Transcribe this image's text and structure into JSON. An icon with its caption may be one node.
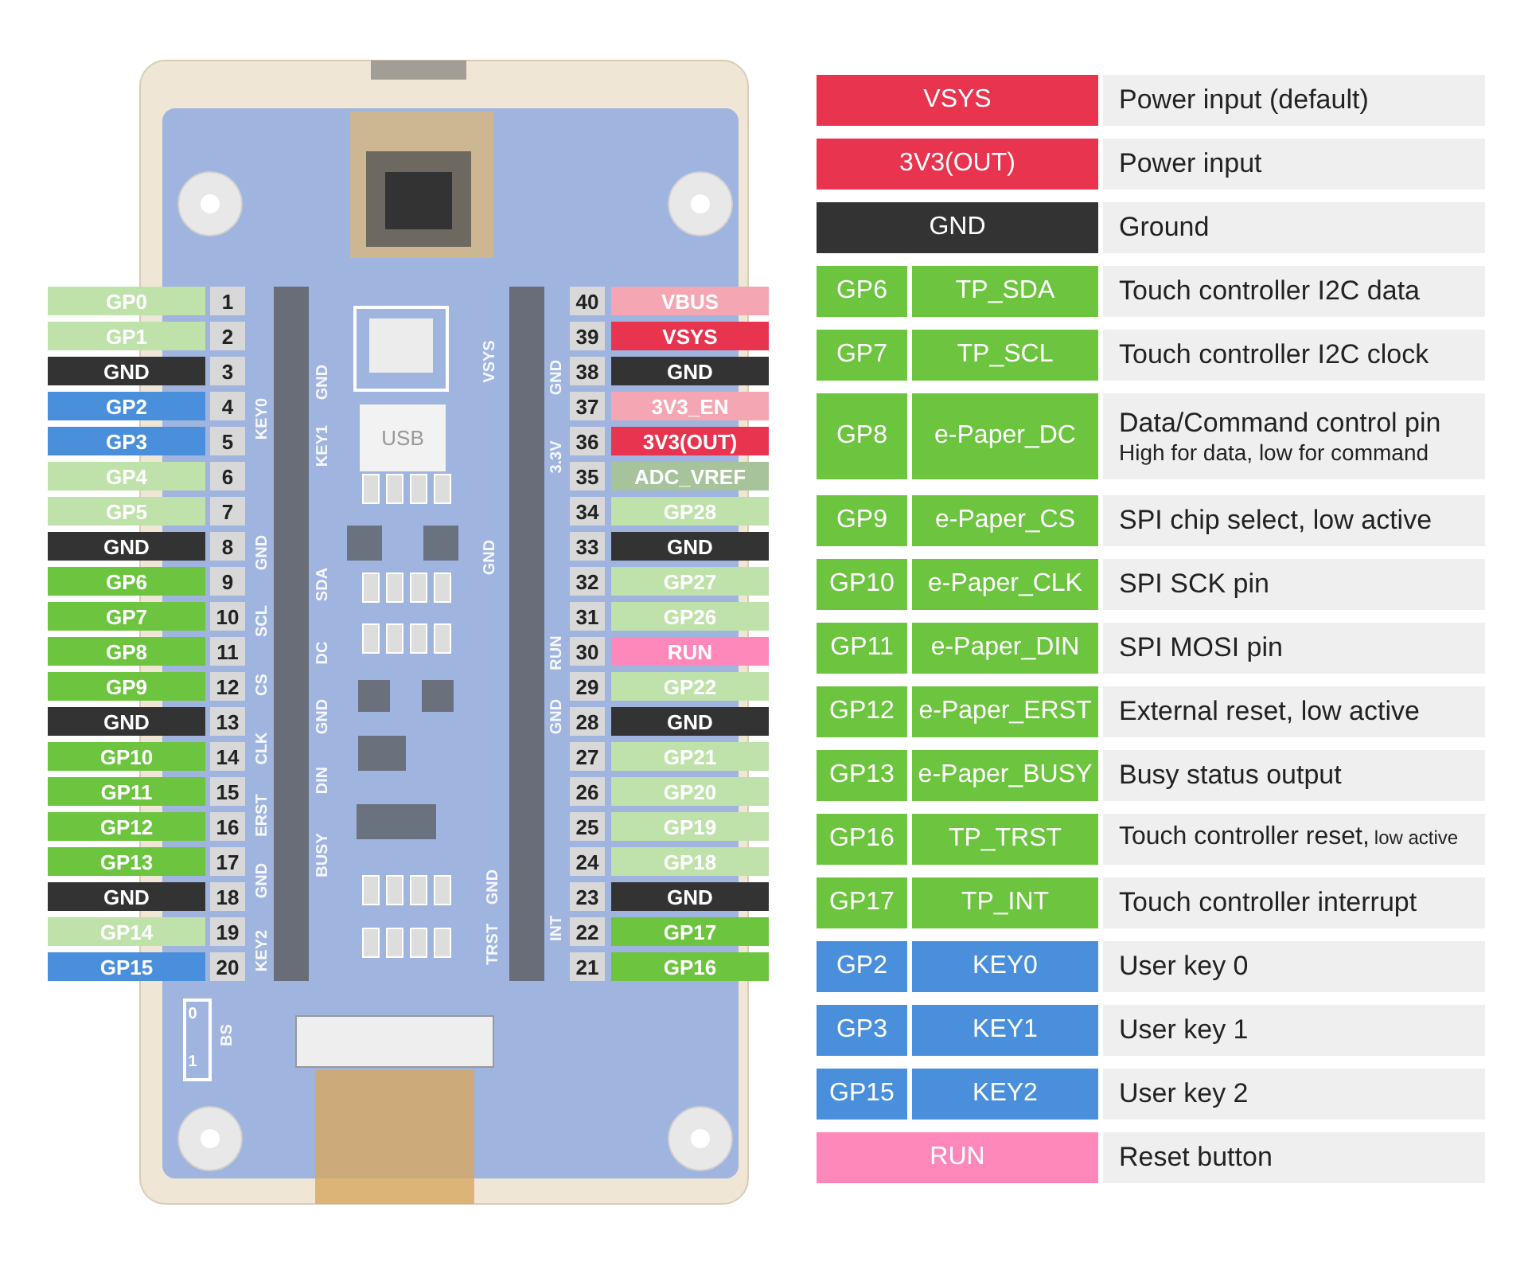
{
  "diagram": {
    "nodes": [
      {
        "text": [
          "GP0"
        ],
        "beside": [
          "1"
        ]
      },
      {
        "text": [
          "GP1"
        ],
        "beside": [
          "2"
        ]
      },
      {
        "text": [
          "GND"
        ],
        "beside": [
          "3"
        ]
      },
      {
        "text": [
          "GP2"
        ],
        "beside": [
          "4"
        ]
      },
      {
        "text": [
          "GP3"
        ],
        "beside": [
          "5"
        ]
      },
      {
        "text": [
          "GP4"
        ],
        "beside": [
          "6"
        ]
      },
      {
        "text": [
          "GP5"
        ],
        "beside": [
          "7"
        ]
      },
      {
        "text": [
          "GND"
        ],
        "beside": [
          "8"
        ]
      },
      {
        "text": [
          "GP6"
        ],
        "beside": [
          "9"
        ]
      },
      {
        "text": [
          "GP7"
        ],
        "beside": [
          "10"
        ]
      },
      {
        "text": [
          "GP8"
        ],
        "beside": [
          "11"
        ]
      },
      {
        "text": [
          "GP9"
        ],
        "beside": [
          "12"
        ]
      },
      {
        "text": [
          "GND"
        ],
        "beside": [
          "13"
        ]
      },
      {
        "text": [
          "GP10"
        ],
        "beside": [
          "14"
        ]
      },
      {
        "text": [
          "GP11"
        ],
        "beside": [
          "15"
        ]
      },
      {
        "text": [
          "GP12"
        ],
        "beside": [
          "16"
        ]
      },
      {
        "text": [
          "GP13"
        ],
        "beside": [
          "17"
        ]
      },
      {
        "text": [
          "GND"
        ],
        "beside": [
          "18"
        ]
      },
      {
        "text": [
          "GP14"
        ],
        "beside": [
          "19"
        ]
      },
      {
        "text": [
          "GP15"
        ],
        "beside": [
          "20"
        ]
      },
      {
        "text": [
          "VBUS"
        ],
        "beside": [
          "40"
        ]
      },
      {
        "text": [
          "VSYS"
        ],
        "beside": [
          "39"
        ]
      },
      {
        "text": [
          "GND"
        ],
        "beside": [
          "38"
        ]
      },
      {
        "text": [
          "3V3_EN"
        ],
        "beside": [
          "37"
        ]
      },
      {
        "text": [
          "3V3(OUT)"
        ],
        "beside": [
          "36"
        ]
      },
      {
        "text": [
          "ADC_VREF"
        ],
        "beside": [
          "35"
        ]
      },
      {
        "text": [
          "GP28"
        ],
        "beside": [
          "34"
        ]
      },
      {
        "text": [
          "GND"
        ],
        "beside": [
          "33"
        ]
      },
      {
        "text": [
          "GP27"
        ],
        "beside": [
          "32"
        ]
      },
      {
        "text": [
          "GP26"
        ],
        "beside": [
          "31"
        ]
      },
      {
        "text": [
          "RUN"
        ],
        "beside": [
          "30"
        ]
      },
      {
        "text": [
          "GP22"
        ],
        "beside": [
          "29"
        ]
      },
      {
        "text": [
          "GND"
        ],
        "beside": [
          "28"
        ]
      },
      {
        "text": [
          "GP21"
        ],
        "beside": [
          "27"
        ]
      },
      {
        "text": [
          "GP20"
        ],
        "beside": [
          "26"
        ]
      },
      {
        "text": [
          "GP19"
        ],
        "beside": [
          "25"
        ]
      },
      {
        "text": [
          "GP18"
        ],
        "beside": [
          "24"
        ]
      },
      {
        "text": [
          "GND"
        ],
        "beside": [
          "23"
        ]
      },
      {
        "text": [
          "GP17"
        ],
        "beside": [
          "22"
        ]
      },
      {
        "text": [
          "GP16"
        ],
        "beside": [
          "21"
        ]
      },
      {
        "text": [
          "VSYS"
        ]
      },
      {
        "text": [
          "Power input (default)"
        ]
      },
      {
        "text": [
          "3V3(OUT)"
        ]
      },
      {
        "text": [
          "Power input"
        ]
      },
      {
        "text": [
          "GND"
        ]
      },
      {
        "text": [
          "Ground"
        ]
      },
      {
        "text": [
          "GP6"
        ]
      },
      {
        "text": [
          "TP_SDA"
        ]
      },
      {
        "text": [
          "Touch controller I2C data"
        ]
      },
      {
        "text": [
          "GP7"
        ]
      },
      {
        "text": [
          "TP_SCL"
        ]
      },
      {
        "text": [
          "Touch controller I2C clock"
        ]
      },
      {
        "text": [
          "GP8"
        ]
      },
      {
        "text": [
          "e-Paper_DC"
        ]
      },
      {
        "text": [
          "Data/Command control pin",
          "High for data, low for command"
        ]
      },
      {
        "text": [
          "GP9"
        ]
      },
      {
        "text": [
          "e-Paper_CS"
        ]
      },
      {
        "text": [
          "SPI chip select, low active"
        ]
      },
      {
        "text": [
          "GP10"
        ]
      },
      {
        "text": [
          "e-Paper_CLK"
        ]
      },
      {
        "text": [
          "SPI SCK pin"
        ]
      },
      {
        "text": [
          "GP11"
        ]
      },
      {
        "text": [
          "e-Paper_DIN"
        ]
      },
      {
        "text": [
          "SPI MOSI pin"
        ]
      },
      {
        "text": [
          "GP12"
        ]
      },
      {
        "text": [
          "e-Paper_ERST"
        ]
      },
      {
        "text": [
          "External reset, low active"
        ]
      },
      {
        "text": [
          "GP13"
        ]
      },
      {
        "text": [
          "e-Paper_BUSY"
        ]
      },
      {
        "text": [
          "Busy status output"
        ]
      },
      {
        "text": [
          "GP16"
        ]
      },
      {
        "text": [
          "TP_TRST"
        ]
      },
      {
        "text": [
          "Touch controller reset,",
          "low active"
        ]
      },
      {
        "text": [
          "GP17"
        ]
      },
      {
        "text": [
          "TP_INT"
        ]
      },
      {
        "text": [
          "Touch controller interrupt"
        ]
      },
      {
        "text": [
          "GP2"
        ]
      },
      {
        "text": [
          "KEY0"
        ]
      },
      {
        "text": [
          "User key 0"
        ]
      },
      {
        "text": [
          "GP3"
        ]
      },
      {
        "text": [
          "KEY1"
        ]
      },
      {
        "text": [
          "User key 1"
        ]
      },
      {
        "text": [
          "GP15"
        ]
      },
      {
        "text": [
          "KEY2"
        ]
      },
      {
        "text": [
          "User key 2"
        ]
      },
      {
        "text": [
          "RUN"
        ]
      },
      {
        "text": [
          "Reset button"
        ]
      }
    ],
    "labels": [
      "KEY0",
      "GND",
      "KEY1",
      "GND",
      "SCL",
      "SDA",
      "CS",
      "DC",
      "GND",
      "CLK",
      "DIN",
      "ERST",
      "BUSY",
      "GND",
      "KEY2",
      "VSYS",
      "GND",
      "3.3V",
      "GND",
      "RUN",
      "GND",
      "GND",
      "TRST",
      "INT",
      "USB",
      "BS",
      "0",
      "1"
    ]
  }
}
